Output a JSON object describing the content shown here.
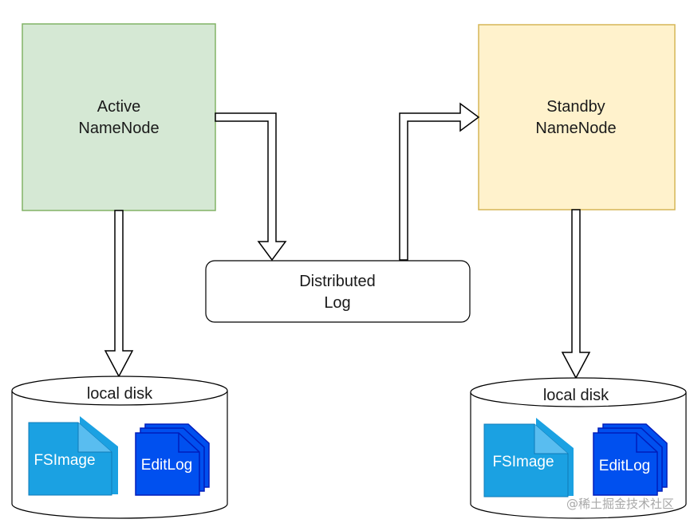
{
  "active_node": {
    "line1": "Active",
    "line2": "NameNode",
    "fill": "#d5e8d4",
    "stroke": "#82b366"
  },
  "standby_node": {
    "line1": "Standby",
    "line2": "NameNode",
    "fill": "#fff2cc",
    "stroke": "#d6b656"
  },
  "distributed_log": {
    "line1": "Distributed",
    "line2": "Log"
  },
  "left_disk": {
    "label": "local disk",
    "fsimage": "FSImage",
    "editlog": "EditLog"
  },
  "right_disk": {
    "label": "local disk",
    "fsimage": "FSImage",
    "editlog": "EditLog"
  },
  "colors": {
    "fsimage": "#1ba1e2",
    "editlog": "#0050ef"
  },
  "watermark": "@稀土掘金技术社区"
}
